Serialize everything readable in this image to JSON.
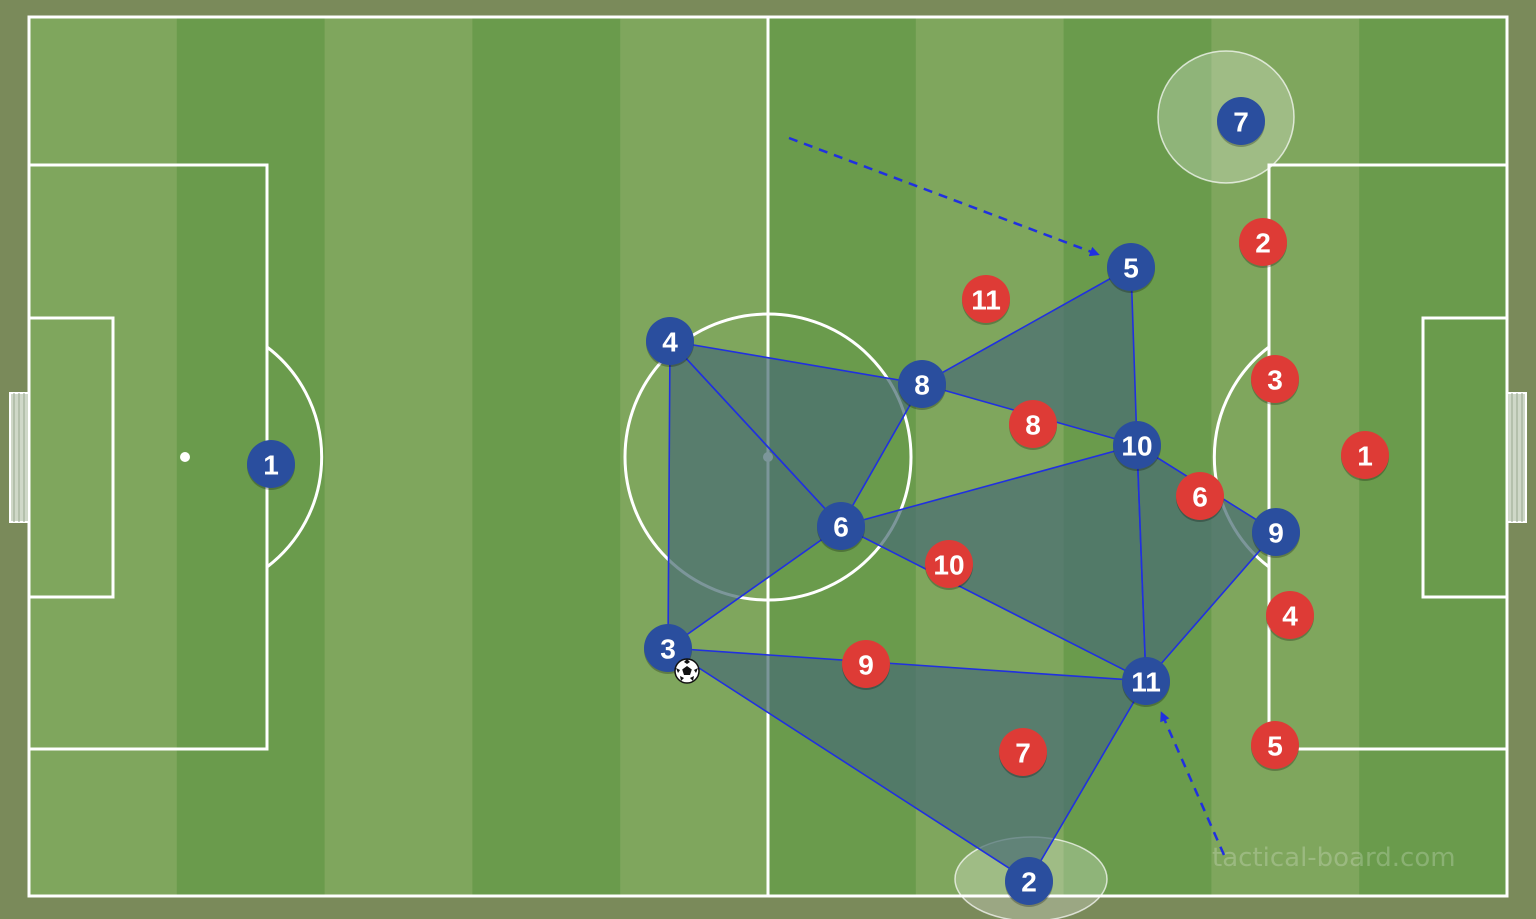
{
  "watermark": "tactical-board.com",
  "colors": {
    "grass_dark": "#6a9b4c",
    "grass_light": "#7fa65d",
    "border": "#7a8a5a",
    "lines": "#ffffff",
    "blue_team": "#2a4e9e",
    "red_team": "#de3b36",
    "shape_fill": "#4a6e73",
    "pass_line": "#2030e0"
  },
  "blue_team": [
    {
      "number": "1"
    },
    {
      "number": "2"
    },
    {
      "number": "3"
    },
    {
      "number": "4"
    },
    {
      "number": "5"
    },
    {
      "number": "6"
    },
    {
      "number": "7"
    },
    {
      "number": "8"
    },
    {
      "number": "9"
    },
    {
      "number": "10"
    },
    {
      "number": "11"
    }
  ],
  "red_team": [
    {
      "number": "1"
    },
    {
      "number": "2"
    },
    {
      "number": "3"
    },
    {
      "number": "4"
    },
    {
      "number": "5"
    },
    {
      "number": "6"
    },
    {
      "number": "7"
    },
    {
      "number": "8"
    },
    {
      "number": "9"
    },
    {
      "number": "10"
    },
    {
      "number": "11"
    }
  ],
  "ball": {
    "icon": "soccer-ball-icon",
    "with_player": "3"
  },
  "highlight_zones": [
    {
      "around_player": "7"
    },
    {
      "around_player": "2"
    }
  ],
  "passing_triangles": [
    [
      "4",
      "8",
      "6"
    ],
    [
      "4",
      "6",
      "3"
    ],
    [
      "8",
      "5",
      "10"
    ],
    [
      "6",
      "10",
      "11"
    ],
    [
      "10",
      "9",
      "11"
    ],
    [
      "3",
      "11",
      "2"
    ]
  ],
  "movement_arrows": [
    {
      "toward_player": "5"
    },
    {
      "toward_player": "11"
    }
  ]
}
